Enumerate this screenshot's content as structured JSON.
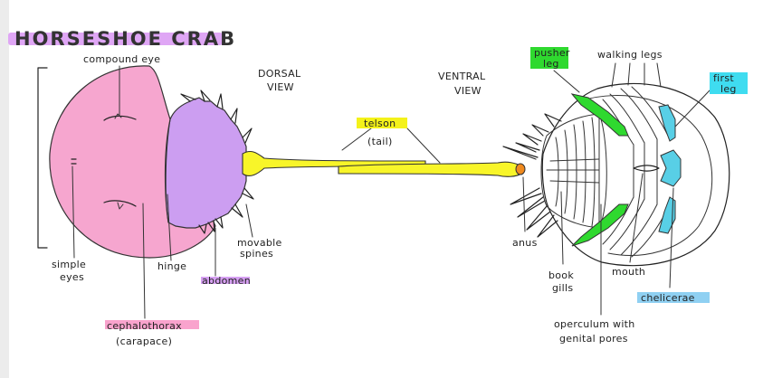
{
  "colors": {
    "carapace": "#f6a6cf",
    "abdomen": "#cc9ef1",
    "telson": "#f8f529",
    "green_highlight": "#2fd92f",
    "blue_highlight": "#58cfe6",
    "anus_orange": "#f08a1e",
    "title_highlight": "#dfa6f5",
    "pink_highlight": "#f9a3cd",
    "purple_highlight": "#d6a0f2",
    "yellow_highlight": "#f4f21a",
    "cyan_highlight": "#3fdcf0",
    "lightblue_highlight": "#8fd0f2"
  },
  "title": "HORSESHOE CRAB",
  "dorsal": {
    "heading_1": "DORSAL",
    "heading_2": "VIEW",
    "compound_eye": "compound eye",
    "simple_eyes_1": "simple",
    "simple_eyes_2": "eyes",
    "hinge": "hinge",
    "abdomen": "abdomen",
    "movable_spines_1": "movable",
    "movable_spines_2": "spines",
    "cephalothorax_1": "cephalothorax",
    "cephalothorax_2": "(carapace)"
  },
  "telson": {
    "label": "telson",
    "sub": "(tail)"
  },
  "ventral": {
    "heading_1": "VENTRAL",
    "heading_2": "VIEW",
    "pusher_leg_1": "pusher",
    "pusher_leg_2": "leg",
    "walking_legs": "walking legs",
    "first_leg_1": "first",
    "first_leg_2": "leg",
    "anus": "anus",
    "book_gills_1": "book",
    "book_gills_2": "gills",
    "mouth": "mouth",
    "chelicerae": "chelicerae",
    "operculum_1": "operculum with",
    "operculum_2": "genital pores"
  }
}
